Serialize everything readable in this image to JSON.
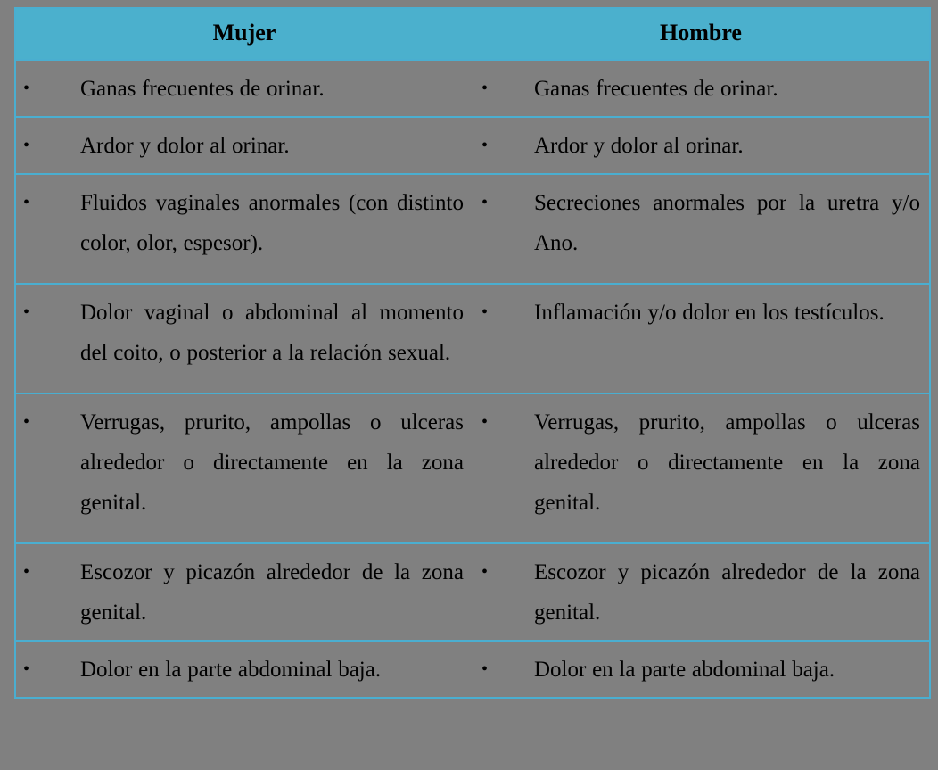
{
  "table": {
    "columns": [
      {
        "key": "mujer",
        "header": "Mujer"
      },
      {
        "key": "hombre",
        "header": "Hombre"
      }
    ],
    "bullet_glyph": "•",
    "colors": {
      "header_background": "#4bb0cd",
      "body_background": "#808080",
      "border": "#4aaed0",
      "text": "#000000",
      "page_background": "#808080"
    },
    "rows": [
      {
        "mujer": "Ganas frecuentes de orinar.",
        "hombre": "Ganas frecuentes de orinar."
      },
      {
        "mujer": "Ardor y dolor al orinar.",
        "hombre": "Ardor y dolor al orinar."
      },
      {
        "mujer": "Fluidos vaginales anormales (con distinto color, olor, espesor).",
        "hombre": "Secreciones anormales por la uretra y/o Ano."
      },
      {
        "mujer": "Dolor vaginal o abdominal al momento del coito, o posterior a la relación sexual.",
        "hombre": "Inflamación y/o dolor en los testículos."
      },
      {
        "mujer": "Verrugas, prurito, ampollas o ulceras alrededor o directamente en la zona genital.",
        "hombre": "Verrugas, prurito, ampollas o ulceras alrededor o directamente en la zona genital."
      },
      {
        "mujer": "Escozor y picazón alrededor de la zona genital.",
        "hombre": "Escozor y picazón alrededor de la zona genital."
      },
      {
        "mujer": "Dolor en la parte abdominal baja.",
        "hombre": "Dolor en la parte abdominal baja."
      }
    ]
  }
}
